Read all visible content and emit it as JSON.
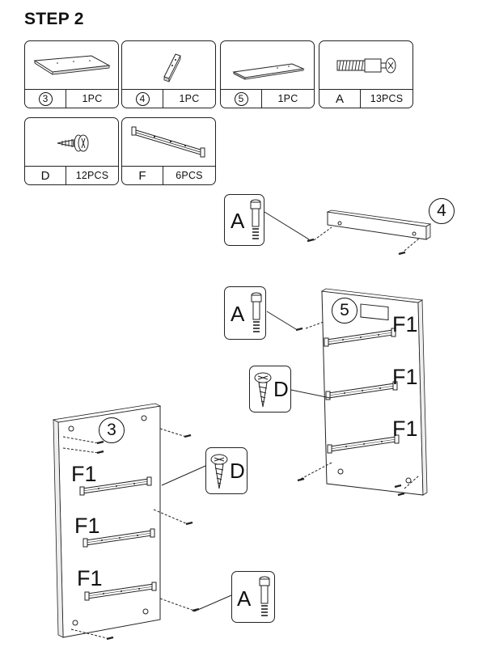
{
  "step_title": "STEP 2",
  "parts": [
    {
      "code": "3",
      "qty": "1PC",
      "icon": "long-panel-icon"
    },
    {
      "code": "4",
      "qty": "1PC",
      "icon": "rail-bar-icon"
    },
    {
      "code": "5",
      "qty": "1PC",
      "icon": "flat-board-icon"
    },
    {
      "code": "A",
      "qty": "13PCS",
      "icon": "cam-bolt-icon"
    },
    {
      "code": "D",
      "qty": "12PCS",
      "icon": "screw-icon"
    },
    {
      "code": "F",
      "qty": "6PCS",
      "icon": "drawer-slide-icon"
    }
  ],
  "diagram": {
    "part4_label": "4",
    "part5_label": "5",
    "part3_label": "3",
    "slide_label": "F1",
    "bolt_label": "A",
    "screw_label": "D"
  }
}
